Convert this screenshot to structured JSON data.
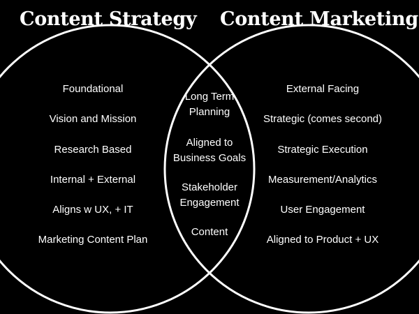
{
  "diagram": {
    "left_title": "Content Strategy",
    "right_title": "Content Marketing",
    "left_items": [
      "Foundational",
      "Vision and Mission",
      "Research Based",
      "Internal + External",
      "Aligns w UX, + IT",
      "Marketing Content Plan"
    ],
    "middle_items": [
      "Long Term Planning",
      "Aligned to Business Goals",
      "Stakeholder Engagement",
      "Content"
    ],
    "right_items": [
      "External Facing",
      "Strategic (comes second)",
      "Strategic Execution",
      "Measurement/Analytics",
      "User Engagement",
      "Aligned to Product + UX"
    ]
  },
  "colors": {
    "background": "#000000",
    "stroke": "#ffffff",
    "text": "#ffffff"
  }
}
